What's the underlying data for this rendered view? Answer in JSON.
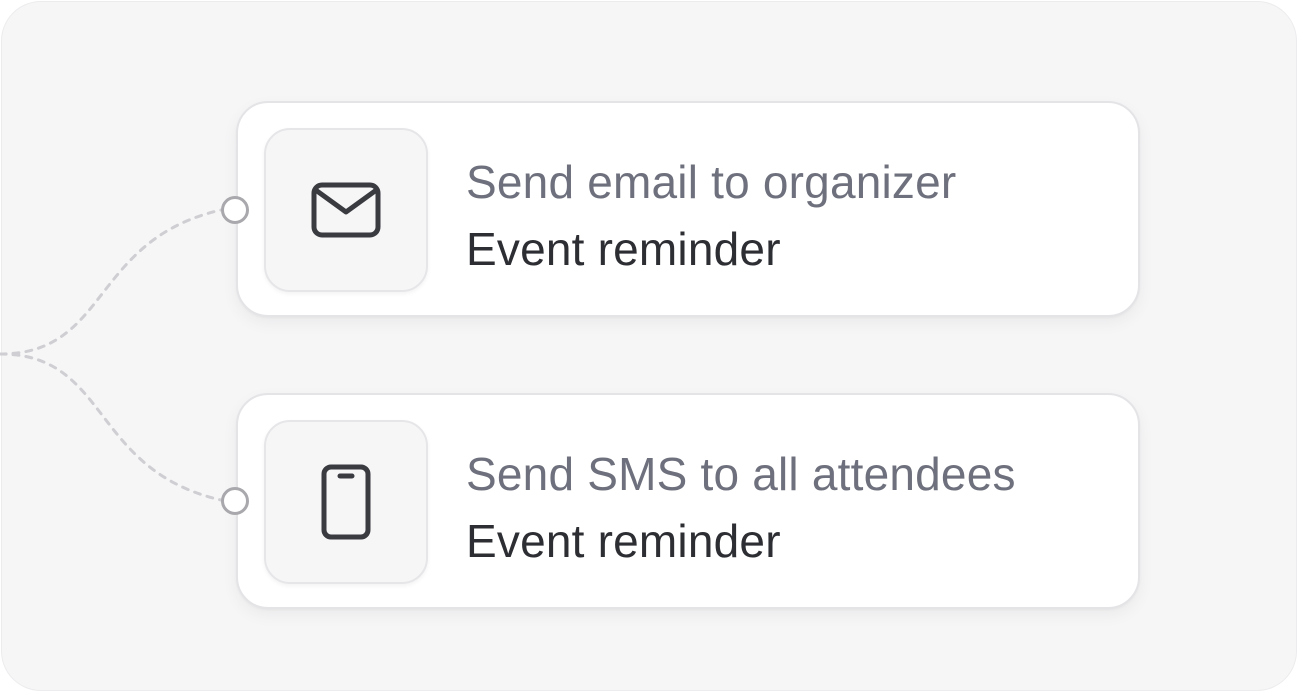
{
  "actions": [
    {
      "title": "Send email to organizer",
      "subtitle": "Event reminder",
      "icon": "mail-icon"
    },
    {
      "title": "Send SMS to all attendees",
      "subtitle": "Event reminder",
      "icon": "smartphone-icon"
    }
  ],
  "colors": {
    "canvas_bg": "#f6f6f7",
    "card_bg": "#ffffff",
    "title_text": "#6e717d",
    "subtitle_text": "#2d2e33",
    "connector": "#cfcfd3"
  }
}
